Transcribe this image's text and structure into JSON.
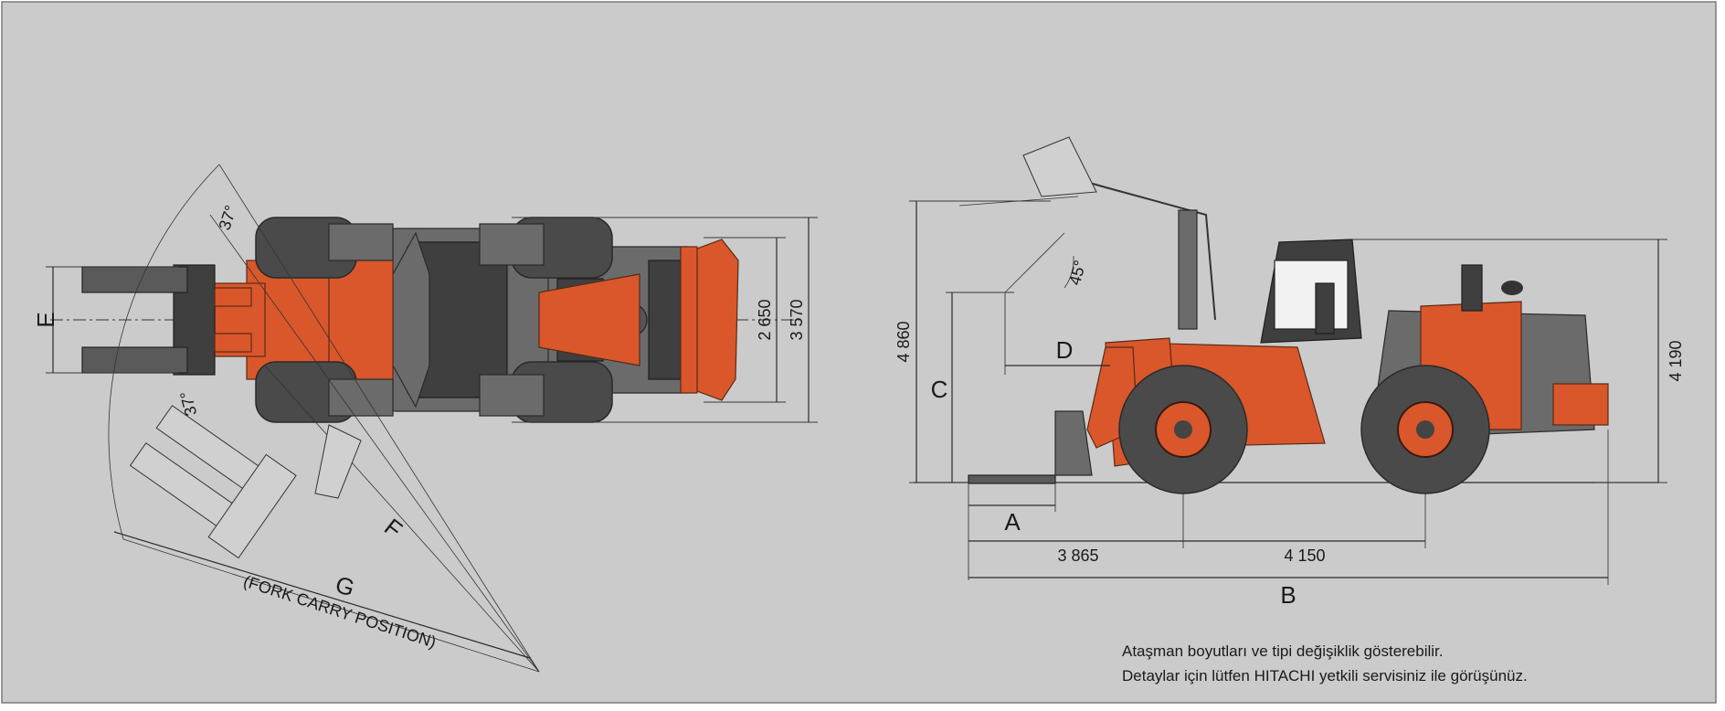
{
  "colors": {
    "background": "#cbcbcb",
    "frame": "#ffffff",
    "machine_orange": "#d9572b",
    "machine_grey": "#6b6b6b",
    "tire": "#4a4a4a"
  },
  "top_view": {
    "label_e": "E",
    "label_f": "F",
    "label_g": "G",
    "fork_carry_caption": "(FORK CARRY POSITION)",
    "angle_upper": "37°",
    "angle_lower": "37°",
    "dim_width_inner": "2 650",
    "dim_width_outer": "3 570"
  },
  "side_view": {
    "label_a": "A",
    "label_b": "B",
    "label_c": "C",
    "label_d": "D",
    "angle_tilt": "45°",
    "dim_max_height": "4 860",
    "dim_cab_height": "4 190",
    "dim_front_axle": "3 865",
    "dim_wheelbase": "4 150"
  },
  "footnote": {
    "line1": "Ataşman boyutları ve tipi değişiklik gösterebilir.",
    "line2": "Detaylar için lütfen HITACHI yetkili servisiniz ile görüşünüz."
  },
  "icons": [
    "loader-top-view-drawing",
    "loader-side-view-drawing"
  ]
}
